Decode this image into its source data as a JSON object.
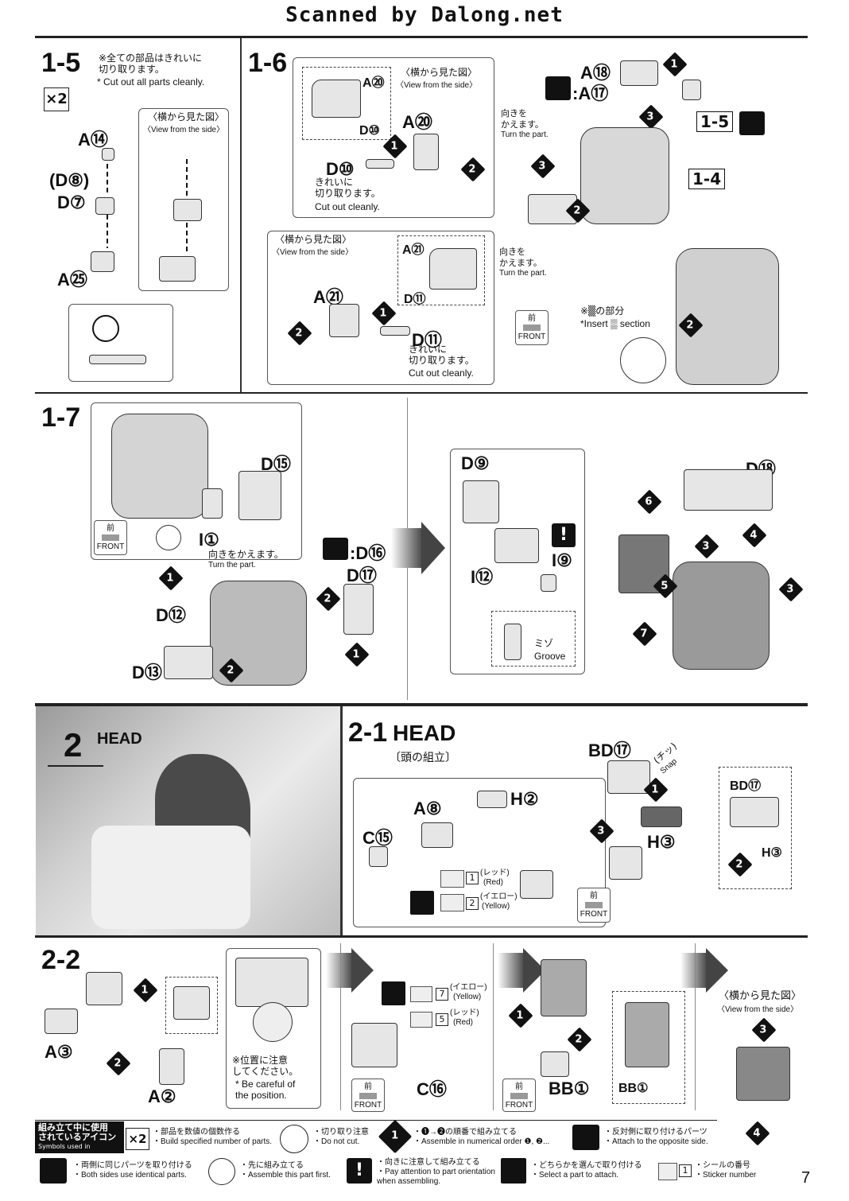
{
  "header": {
    "scan_credit": "Scanned by Dalong.net"
  },
  "page_number": "7",
  "step_1_5": {
    "number": "1-5",
    "note_jp": "※全ての部品はきれいに\n切り取ります。",
    "note_en": "* Cut out all parts cleanly.",
    "multiplier": "×2",
    "side_view_jp": "〈横から見た図〉",
    "side_view_en": "〈View from the side〉",
    "parts": [
      "A⑭",
      "(D⑧)",
      "D⑦",
      "A㉕"
    ]
  },
  "step_1_6": {
    "number": "1-6",
    "side_view_jp": "〈横から見た図〉",
    "side_view_en": "〈View from the side〉",
    "cut_jp": "きれいに\n切り取ります。",
    "cut_en": "Cut out cleanly.",
    "turn_jp": "向きを\nかえます。",
    "turn_en": "Turn the part.",
    "insert_jp": "※▒の部分",
    "insert_en": "*Insert ▒ section",
    "front": "FRONT",
    "front_jp": "前",
    "ref_1_5": "1-5",
    "ref_1_4": "1-4",
    "parts": [
      "A⑳",
      "D⑩",
      "A⑱",
      "A⑰",
      "A㉑",
      "D⑪"
    ]
  },
  "step_1_7": {
    "number": "1-7",
    "turn_jp": "向きをかえます。",
    "turn_en": "Turn the part.",
    "groove_jp": "ミゾ",
    "groove_en": "Groove",
    "front": "FRONT",
    "front_jp": "前",
    "parts": [
      "D⑮",
      "I①",
      "D⑯",
      "D⑰",
      "D⑫",
      "D⑬",
      "D⑨",
      "I⑫",
      "I⑨",
      "D⑱"
    ]
  },
  "section_2": {
    "number": "2",
    "title": "HEAD"
  },
  "step_2_1": {
    "number": "2-1",
    "title": "HEAD",
    "subtitle_jp": "〔頭の組立〕",
    "snap_jp": "(チッ)",
    "snap_en": "Snap",
    "sticker_1_jp": "(レッド)",
    "sticker_1_en": "(Red)",
    "sticker_2_jp": "(イエロー)",
    "sticker_2_en": "(Yellow)",
    "front": "FRONT",
    "front_jp": "前",
    "parts": [
      "BD⑰",
      "H②",
      "A⑧",
      "C⑮",
      "H③"
    ]
  },
  "step_2_2": {
    "number": "2-2",
    "careful_jp": "※位置に注意\nしてください。",
    "careful_en": "* Be careful of\nthe position.",
    "sticker_7_jp": "(イエロー)",
    "sticker_7_en": "(Yellow)",
    "sticker_5_jp": "(レッド)",
    "sticker_5_en": "(Red)",
    "side_view_jp": "〈横から見た図〉",
    "side_view_en": "〈View from the side〉",
    "front": "FRONT",
    "front_jp": "前",
    "parts": [
      "A③",
      "A②",
      "C⑯",
      "BB①"
    ]
  },
  "legend": {
    "title_jp": "組み立て中に使用\nされているアイコン",
    "title_en": "Symbols used in instructions",
    "items": [
      {
        "jp": "・部品を数値の個数作る",
        "en": "・Build specified number of parts."
      },
      {
        "jp": "・切り取り注意",
        "en": "・Do not cut."
      },
      {
        "jp": "・❶→❷の順番で組み立てる",
        "en": "・Assemble in numerical order ❶, ❷..."
      },
      {
        "jp": "・反対側に取り付けるパーツ",
        "en": "・Attach to the opposite side."
      },
      {
        "jp": "・両側に同じパーツを取り付ける",
        "en": "・Both sides use identical parts."
      },
      {
        "jp": "・先に組み立てる",
        "en": "・Assemble this part first."
      },
      {
        "jp": "・向きに注意して組み立てる",
        "en": "・Pay attention to part orientation\nwhen assembling."
      },
      {
        "jp": "・どちらかを選んで取り付ける",
        "en": "・Select a part to attach."
      },
      {
        "jp": "・シールの番号",
        "en": "・Sticker number"
      }
    ]
  },
  "icons": [
    "scissors-prohibited-icon",
    "order-number-icon",
    "opposite-side-icon",
    "both-sides-icon",
    "assemble-first-icon",
    "attention-icon",
    "select-part-icon",
    "sticker-icon",
    "front-arrow-icon"
  ]
}
